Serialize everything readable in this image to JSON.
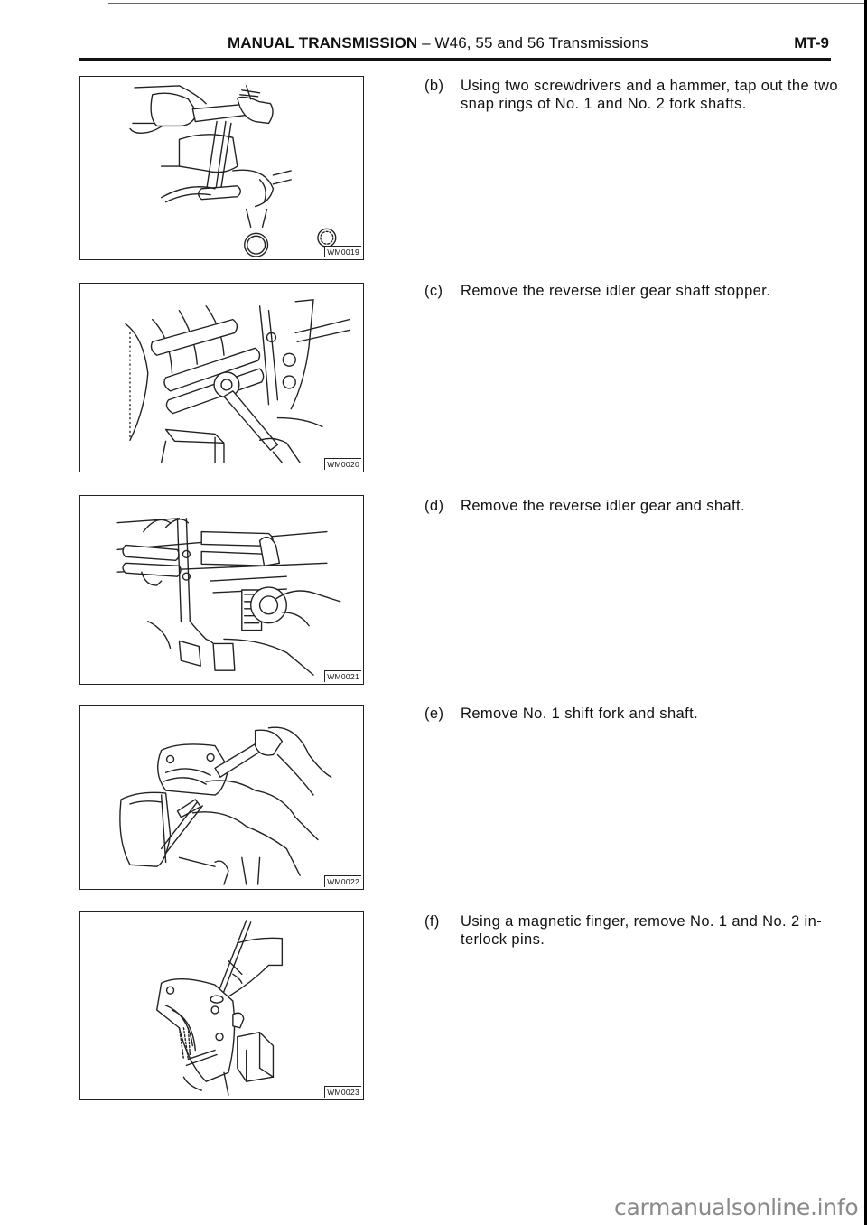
{
  "header": {
    "title_bold": "MANUAL TRANSMISSION",
    "title_rest": " – W46, 55 and 56 Transmissions",
    "page_number": "MT-9"
  },
  "figures": [
    {
      "code": "WM0019",
      "icon": "hammer-screwdrivers-snap-ring-illustration"
    },
    {
      "code": "WM0020",
      "icon": "wrench-idler-shaft-stopper-illustration"
    },
    {
      "code": "WM0021",
      "icon": "reverse-idler-gear-removal-illustration"
    },
    {
      "code": "WM0022",
      "icon": "shift-fork-shaft-removal-illustration"
    },
    {
      "code": "WM0023",
      "icon": "magnetic-finger-interlock-pin-illustration"
    }
  ],
  "steps": [
    {
      "letter": "(b)",
      "text": "Using two screwdrivers and a hammer, tap out the two snap rings of No. 1 and No. 2 fork shafts."
    },
    {
      "letter": "(c)",
      "text": "Remove the reverse idler gear shaft stopper."
    },
    {
      "letter": "(d)",
      "text": "Remove the reverse idler gear and shaft."
    },
    {
      "letter": "(e)",
      "text": "Remove No. 1 shift fork and shaft."
    },
    {
      "letter": "(f)",
      "text": "Using a magnetic finger, remove No. 1 and No. 2 in-terlock pins."
    }
  ],
  "watermark": "carmanualsonline.info"
}
